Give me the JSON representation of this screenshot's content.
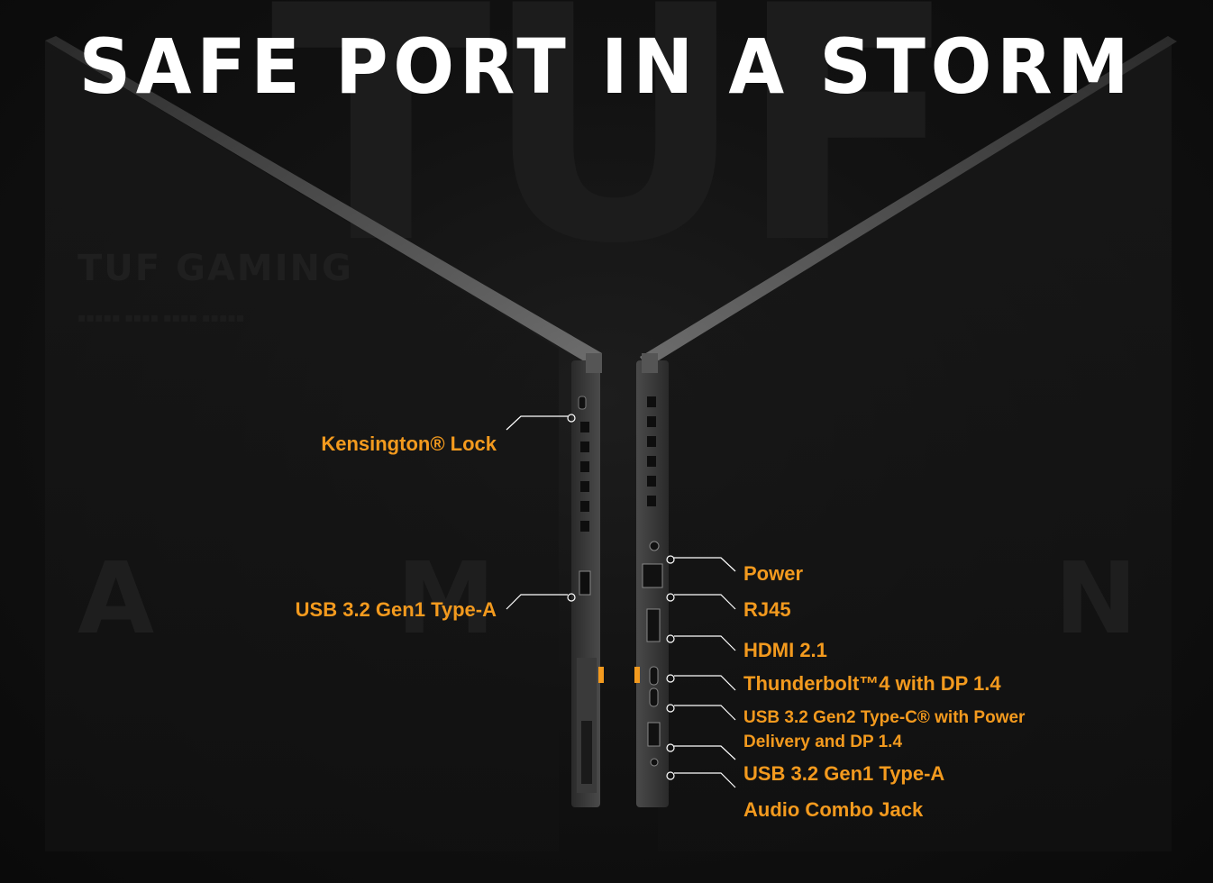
{
  "title": "SAFE PORT IN A STORM",
  "background": {
    "brand": "TUF GAMING",
    "watermark": "TUF"
  },
  "left_ports": [
    {
      "label": "Kensington® Lock"
    },
    {
      "label": "USB 3.2 Gen1 Type-A"
    }
  ],
  "right_ports": [
    {
      "label": "Power"
    },
    {
      "label": "RJ45"
    },
    {
      "label": "HDMI 2.1"
    },
    {
      "label": "Thunderbolt™4 with DP 1.4"
    },
    {
      "label": "USB 3.2 Gen2 Type-C® with Power Delivery and DP 1.4"
    },
    {
      "label": "USB 3.2 Gen1 Type-A"
    },
    {
      "label": "Audio Combo Jack"
    }
  ],
  "colors": {
    "accent": "#f39a1e",
    "background": "#0b0b0b",
    "title": "#ffffff"
  }
}
